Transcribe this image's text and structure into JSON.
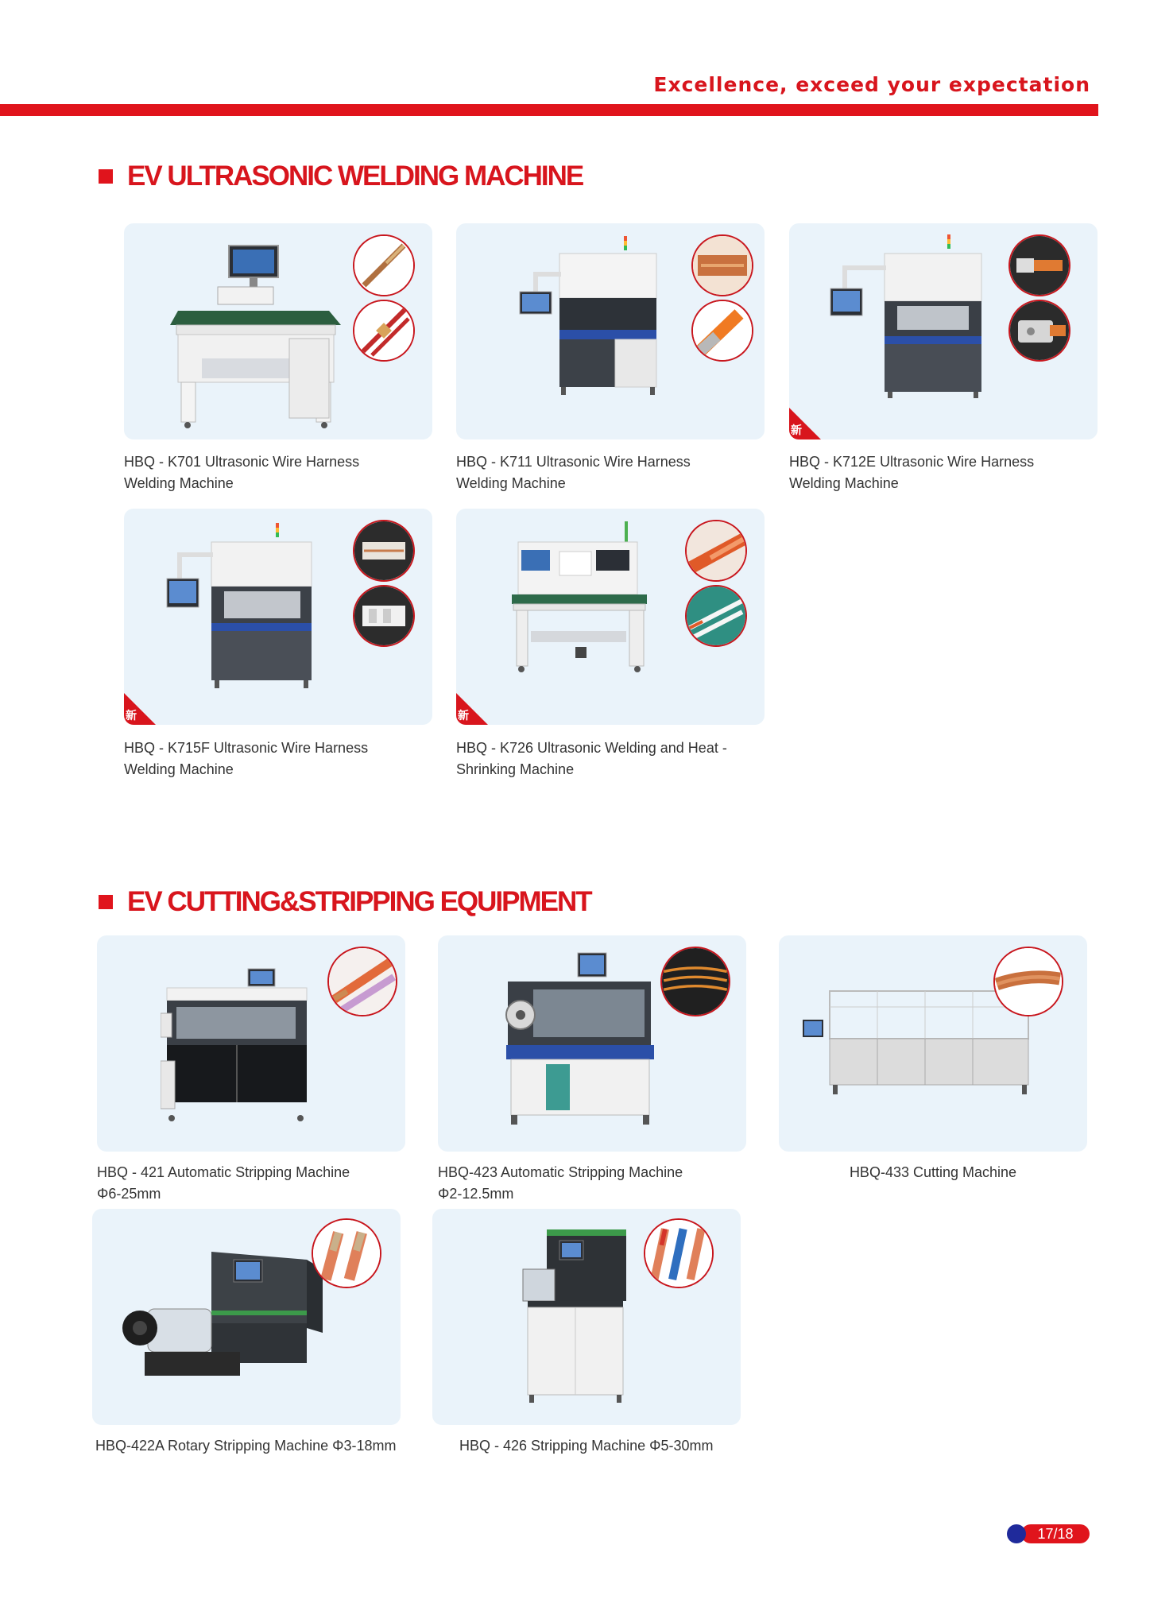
{
  "header": {
    "tagline": "Excellence, exceed your expectation"
  },
  "sections": {
    "welding": {
      "title": "EV ULTRASONIC WELDING MACHINE",
      "products": [
        {
          "line1": "HBQ - K701 Ultrasonic Wire Harness",
          "line2": "Welding Machine",
          "is_new": false
        },
        {
          "line1": "HBQ - K711 Ultrasonic Wire Harness",
          "line2": "Welding Machine",
          "is_new": false
        },
        {
          "line1": "HBQ - K712E Ultrasonic Wire Harness",
          "line2": "Welding Machine",
          "is_new": true,
          "badge": "新"
        },
        {
          "line1": "HBQ - K715F Ultrasonic Wire Harness",
          "line2": "Welding Machine",
          "is_new": true,
          "badge": "新"
        },
        {
          "line1": "HBQ - K726 Ultrasonic Welding and Heat -",
          "line2": "Shrinking Machine",
          "is_new": true,
          "badge": "新"
        }
      ]
    },
    "cutting": {
      "title": "EV CUTTING&STRIPPING EQUIPMENT",
      "products": [
        {
          "line1": "HBQ - 421 Automatic Stripping Machine",
          "line2": "Φ6-25mm"
        },
        {
          "line1": "HBQ-423 Automatic Stripping Machine",
          "line2": "Φ2-12.5mm"
        },
        {
          "line1": "HBQ-433 Cutting Machine",
          "line2": ""
        },
        {
          "line1": "HBQ-422A Rotary Stripping Machine Φ3-18mm",
          "line2": ""
        },
        {
          "line1": "HBQ - 426 Stripping Machine Φ5-30mm",
          "line2": ""
        }
      ]
    }
  },
  "footer": {
    "page": "17/18"
  },
  "colors": {
    "brand_red": "#e0141c",
    "card_bg": "#eaf3fa",
    "badge_blue": "#1f2a9b"
  }
}
